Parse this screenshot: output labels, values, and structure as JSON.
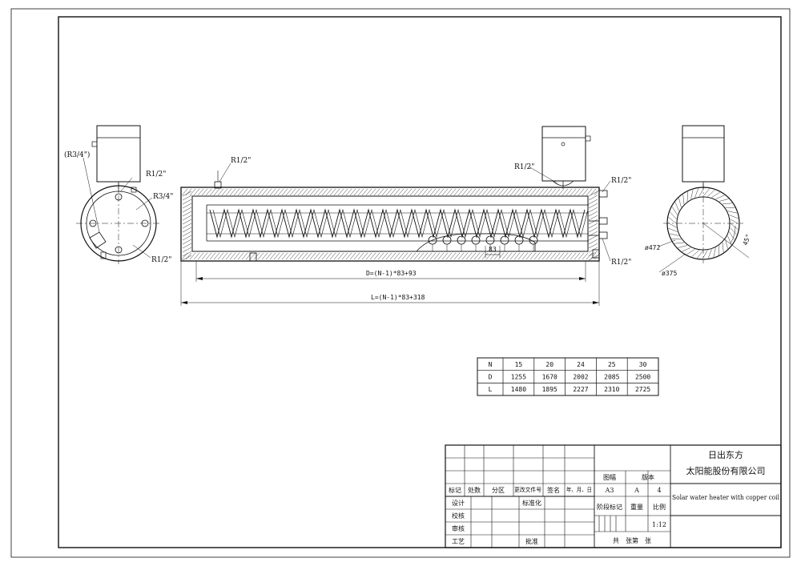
{
  "labels": {
    "r34_paren": "(R3/4\")",
    "r12_left_top": "R1/2\"",
    "r34_left": "R3/4\"",
    "r12_left_bottom": "R1/2\"",
    "r12_main_left": "R1/2\"",
    "r12_main_right_top": "R1/2\"",
    "r12_main_right_side": "R1/2\"",
    "r12_main_right_bottom": "R1/2\"",
    "pitch_83": "83",
    "dim_D": "D=(N-1)*83+93",
    "dim_L": "L=(N-1)*83+318",
    "dia_472": "ø472",
    "dia_375": "ø375",
    "angle_45": "45°"
  },
  "spec_table": {
    "rows": [
      {
        "key": "N",
        "values": [
          "15",
          "20",
          "24",
          "25",
          "30"
        ]
      },
      {
        "key": "D",
        "values": [
          "1255",
          "1670",
          "2002",
          "2085",
          "2500"
        ]
      },
      {
        "key": "L",
        "values": [
          "1480",
          "1895",
          "2227",
          "2310",
          "2725"
        ]
      }
    ]
  },
  "title_block": {
    "company_line1": "日出东方",
    "company_line2": "太阳能股份有限公司",
    "product_name": "Solar water heater with copper coil",
    "header": {
      "mark": "标记",
      "count": "处数",
      "zone": "分区",
      "change_doc": "更改文件号",
      "sign": "签名",
      "date": "年、月、日"
    },
    "sheet_size_label": "图幅",
    "version_label": "版本",
    "sheet_size": "A3",
    "version": "A",
    "sheet_count": "4",
    "stage_mark_label": "阶段标记",
    "weight_label": "重量",
    "scale_label": "比例",
    "scale": "1:12",
    "sheets_text": "共　张第　张",
    "roles": {
      "design": "设计",
      "standardize": "标准化",
      "check": "校核",
      "review": "审核",
      "process": "工艺",
      "approve": "批准"
    }
  }
}
